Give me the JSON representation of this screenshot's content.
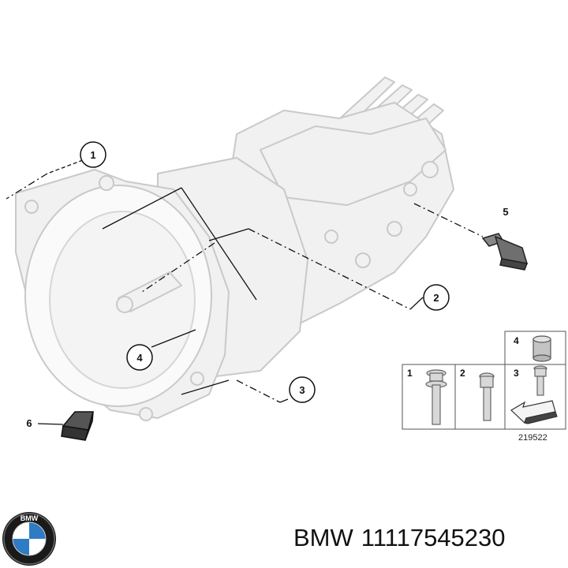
{
  "callouts": [
    {
      "id": "callout-1",
      "label": "1"
    },
    {
      "id": "callout-2",
      "label": "2"
    },
    {
      "id": "callout-3",
      "label": "3"
    },
    {
      "id": "callout-4",
      "label": "4"
    },
    {
      "id": "callout-5",
      "label": "5"
    },
    {
      "id": "callout-6",
      "label": "6"
    }
  ],
  "parts_table": {
    "cells": [
      "1",
      "2",
      "3",
      "4"
    ],
    "reference_number": "219522"
  },
  "caption": {
    "brand": "BMW",
    "part_number": "11117545230"
  },
  "logo": {
    "text": "BMW",
    "colors": {
      "ring": "#1a1a1a",
      "blue": "#2e7cc4",
      "white": "#ffffff"
    }
  }
}
